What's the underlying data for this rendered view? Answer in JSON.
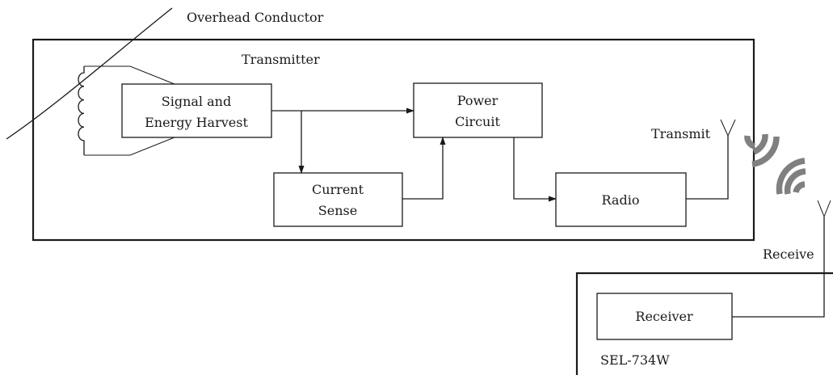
{
  "labels": {
    "overhead_conductor": "Overhead Conductor",
    "transmitter": "Transmitter",
    "transmit": "Transmit",
    "receive": "Receive",
    "sel": "SEL-734W"
  },
  "blocks": {
    "signal_harvest": {
      "line1": "Signal and",
      "line2": "Energy Harvest"
    },
    "power_circuit": {
      "line1": "Power",
      "line2": "Circuit"
    },
    "current_sense": {
      "line1": "Current",
      "line2": "Sense"
    },
    "radio": {
      "line1": "Radio"
    },
    "receiver": {
      "line1": "Receiver"
    }
  },
  "colors": {
    "line": "#1a1a1a",
    "wave": "#808080"
  }
}
